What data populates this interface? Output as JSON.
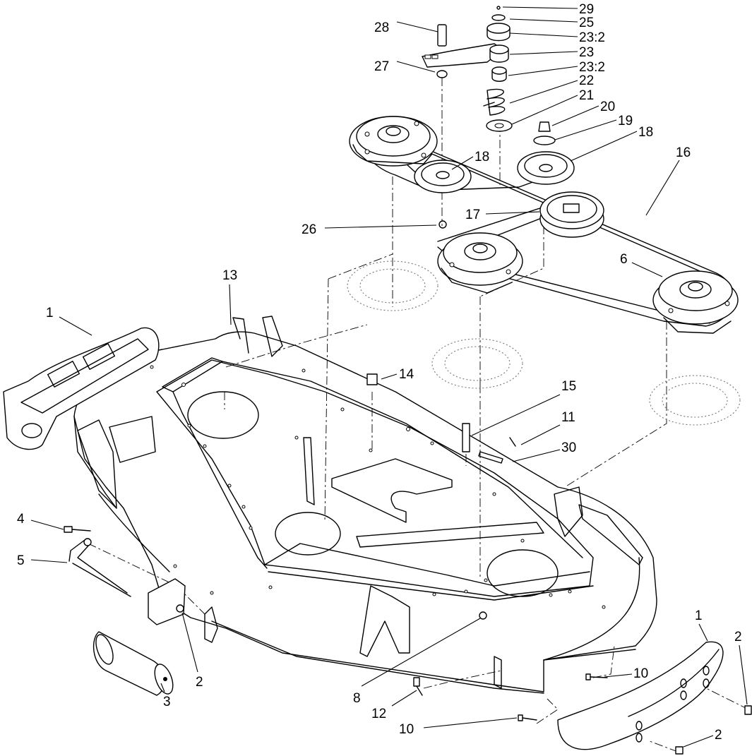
{
  "figure": {
    "callouts": [
      {
        "id": "c29",
        "label": "29"
      },
      {
        "id": "c25",
        "label": "25"
      },
      {
        "id": "c23-2a",
        "label": "23:2"
      },
      {
        "id": "c23",
        "label": "23"
      },
      {
        "id": "c23-2b",
        "label": "23:2"
      },
      {
        "id": "c22",
        "label": "22"
      },
      {
        "id": "c21",
        "label": "21"
      },
      {
        "id": "c20",
        "label": "20"
      },
      {
        "id": "c19",
        "label": "19"
      },
      {
        "id": "c18a",
        "label": "18"
      },
      {
        "id": "c18b",
        "label": "18"
      },
      {
        "id": "c16",
        "label": "16"
      },
      {
        "id": "c28",
        "label": "28"
      },
      {
        "id": "c27",
        "label": "27"
      },
      {
        "id": "c17",
        "label": "17"
      },
      {
        "id": "c26",
        "label": "26"
      },
      {
        "id": "c6",
        "label": "6"
      },
      {
        "id": "c13",
        "label": "13"
      },
      {
        "id": "c1a",
        "label": "1"
      },
      {
        "id": "c14",
        "label": "14"
      },
      {
        "id": "c15",
        "label": "15"
      },
      {
        "id": "c11",
        "label": "11"
      },
      {
        "id": "c30",
        "label": "30"
      },
      {
        "id": "c4",
        "label": "4"
      },
      {
        "id": "c5",
        "label": "5"
      },
      {
        "id": "c2a",
        "label": "2"
      },
      {
        "id": "c3",
        "label": "3"
      },
      {
        "id": "c8",
        "label": "8"
      },
      {
        "id": "c12",
        "label": "12"
      },
      {
        "id": "c10a",
        "label": "10"
      },
      {
        "id": "c10b",
        "label": "10"
      },
      {
        "id": "c1b",
        "label": "1"
      },
      {
        "id": "c2b",
        "label": "2"
      },
      {
        "id": "c2c",
        "label": "2"
      }
    ]
  }
}
